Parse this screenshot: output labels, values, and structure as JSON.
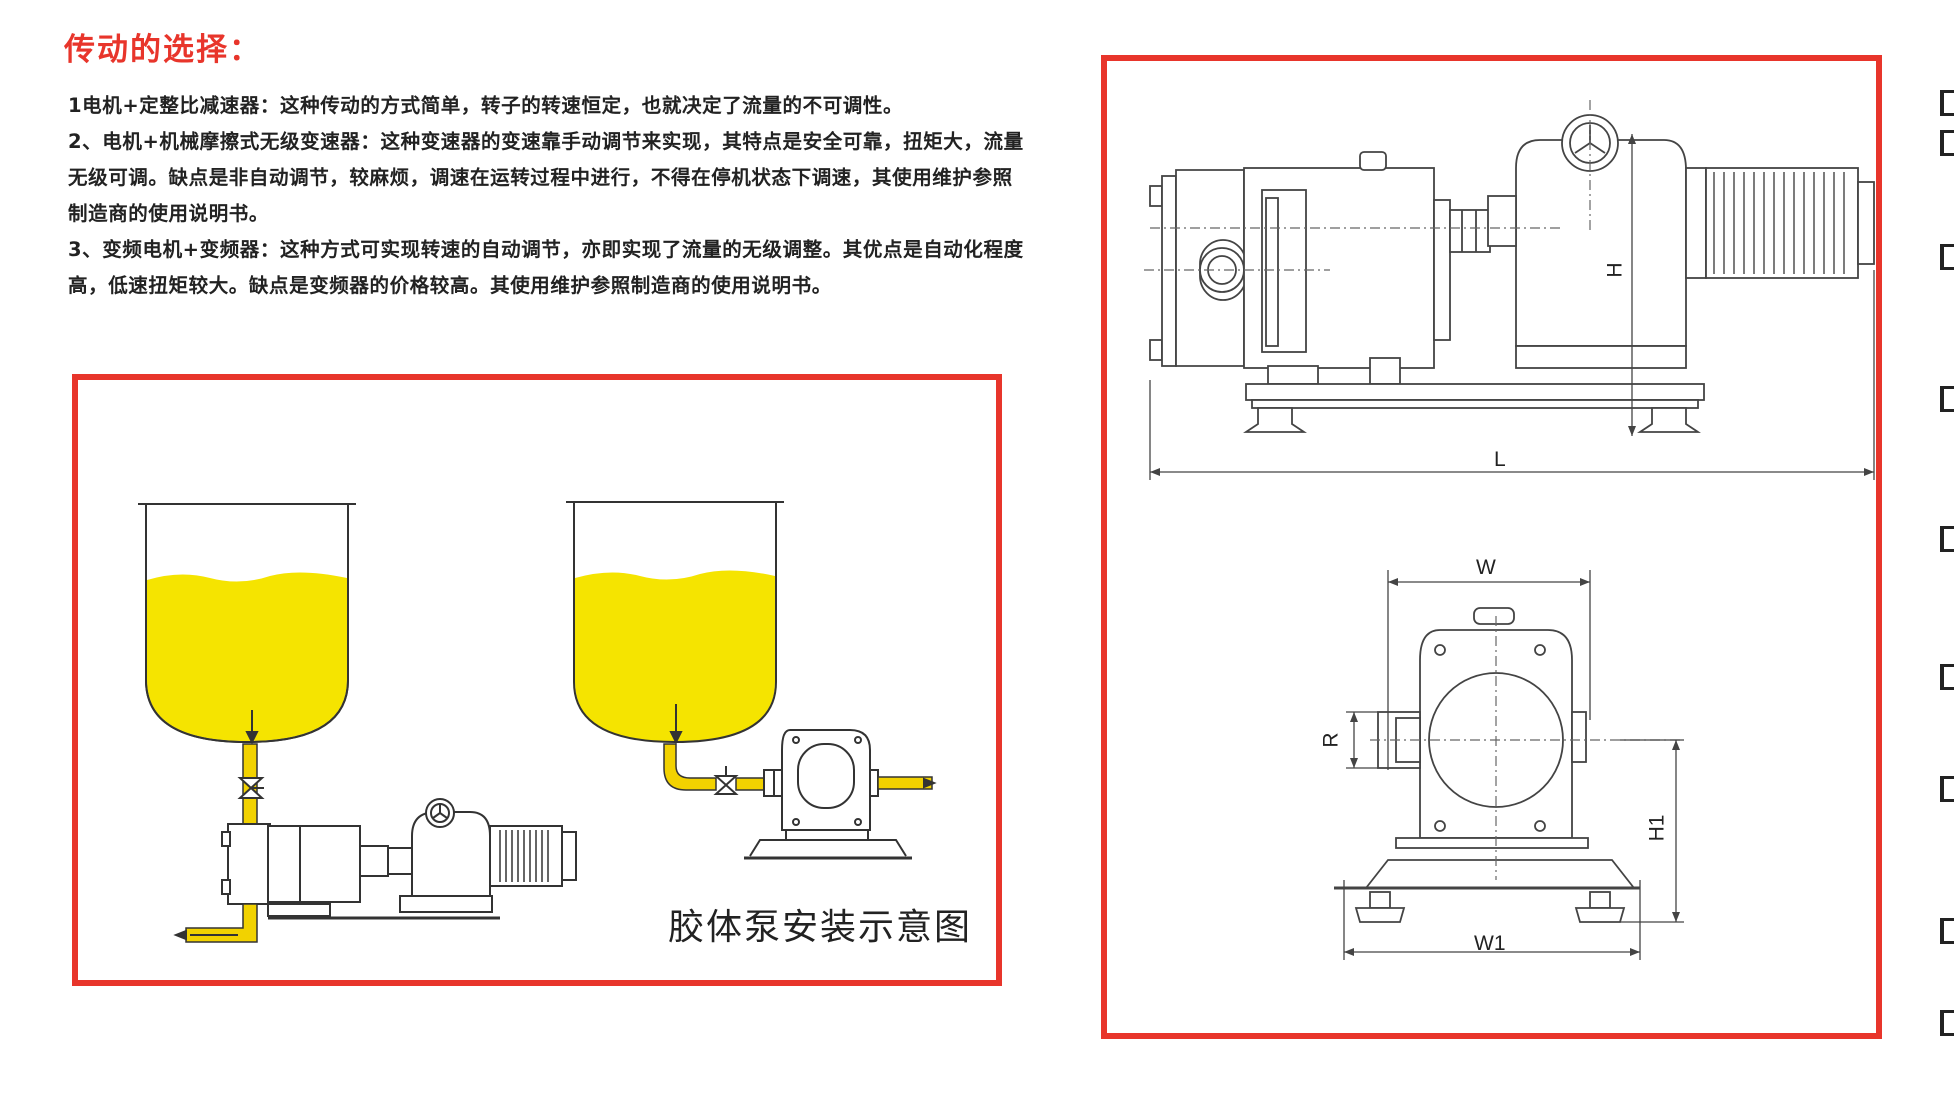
{
  "heading": "传动的选择：",
  "paragraphs": [
    "1电机+定整比减速器：这种传动的方式简单，转子的转速恒定，也就决定了流量的不可调性。",
    "2、电机+机械摩擦式无级变速器：这种变速器的变速靠手动调节来实现，其特点是安全可靠，扭矩大，流量无级可调。缺点是非自动调节，较麻烦，调速在运转过程中进行，不得在停机状态下调速，其使用维护参照制造商的使用说明书。",
    "3、变频电机+变频器：这种方式可实现转速的自动调节，亦即实现了流量的无级调整。其优点是自动化程度高，低速扭矩较大。缺点是变频器的价格较高。其使用维护参照制造商的使用说明书。"
  ],
  "install_caption": "胶体泵安装示意图",
  "dimensions": {
    "H": "H",
    "L": "L",
    "W": "W",
    "R": "R",
    "H1": "H1",
    "W1": "W1"
  },
  "colors": {
    "frame": "#e8352b",
    "fluid": "#f5e400",
    "pipe": "#f2d200",
    "heading": "#e8352b"
  }
}
